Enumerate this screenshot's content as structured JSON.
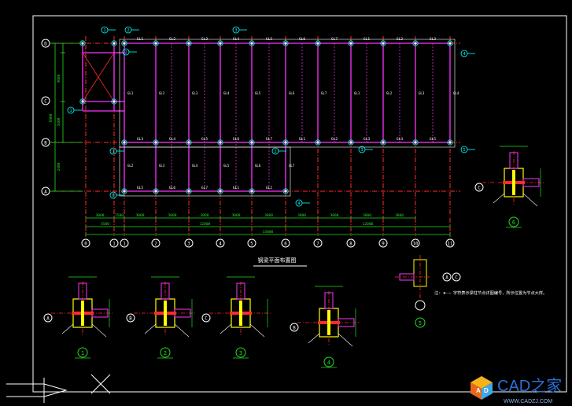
{
  "drawing": {
    "title": "钢梁平面布置图",
    "note": "注: ⊕-→ 字符表示梁柱节点详图编号，所示位置为节点大样。",
    "row_axes": [
      "D",
      "B",
      "A"
    ],
    "col_axes": [
      "0",
      "1",
      "2",
      "3",
      "4",
      "5",
      "6",
      "7",
      "8",
      "9",
      "10",
      "11"
    ],
    "dim_top": [
      "3000",
      "1500",
      "3000",
      "3000",
      "3000",
      "3000",
      "3000",
      "3000",
      "3000",
      "3000",
      "3000"
    ],
    "dim_mid": [
      "4500",
      "12000",
      "12000"
    ],
    "dim_total": "33000",
    "left_dims": [
      "6900",
      "3000",
      "2400",
      "5400"
    ],
    "beam_labels": [
      "GL1",
      "GL2",
      "GL3",
      "GL4",
      "GL5",
      "GL6",
      "GL7"
    ],
    "joint_nos": [
      "1",
      "2",
      "3",
      "4",
      "5",
      "6"
    ],
    "detail_axes": [
      "A",
      "B",
      "C",
      "D"
    ]
  },
  "watermark": {
    "brand": "CAD之家",
    "url": "WWW.CADZJ.COM"
  },
  "colors": {
    "background": "#000000",
    "axis_line": "#ff2a2a",
    "beam": "#ff33ff",
    "column": "#ffffff",
    "dim": "#22dd22",
    "text": "#ffffff",
    "yellow": "#ffff00",
    "cyan": "#00ffff",
    "brand": "#2b6fd6"
  }
}
